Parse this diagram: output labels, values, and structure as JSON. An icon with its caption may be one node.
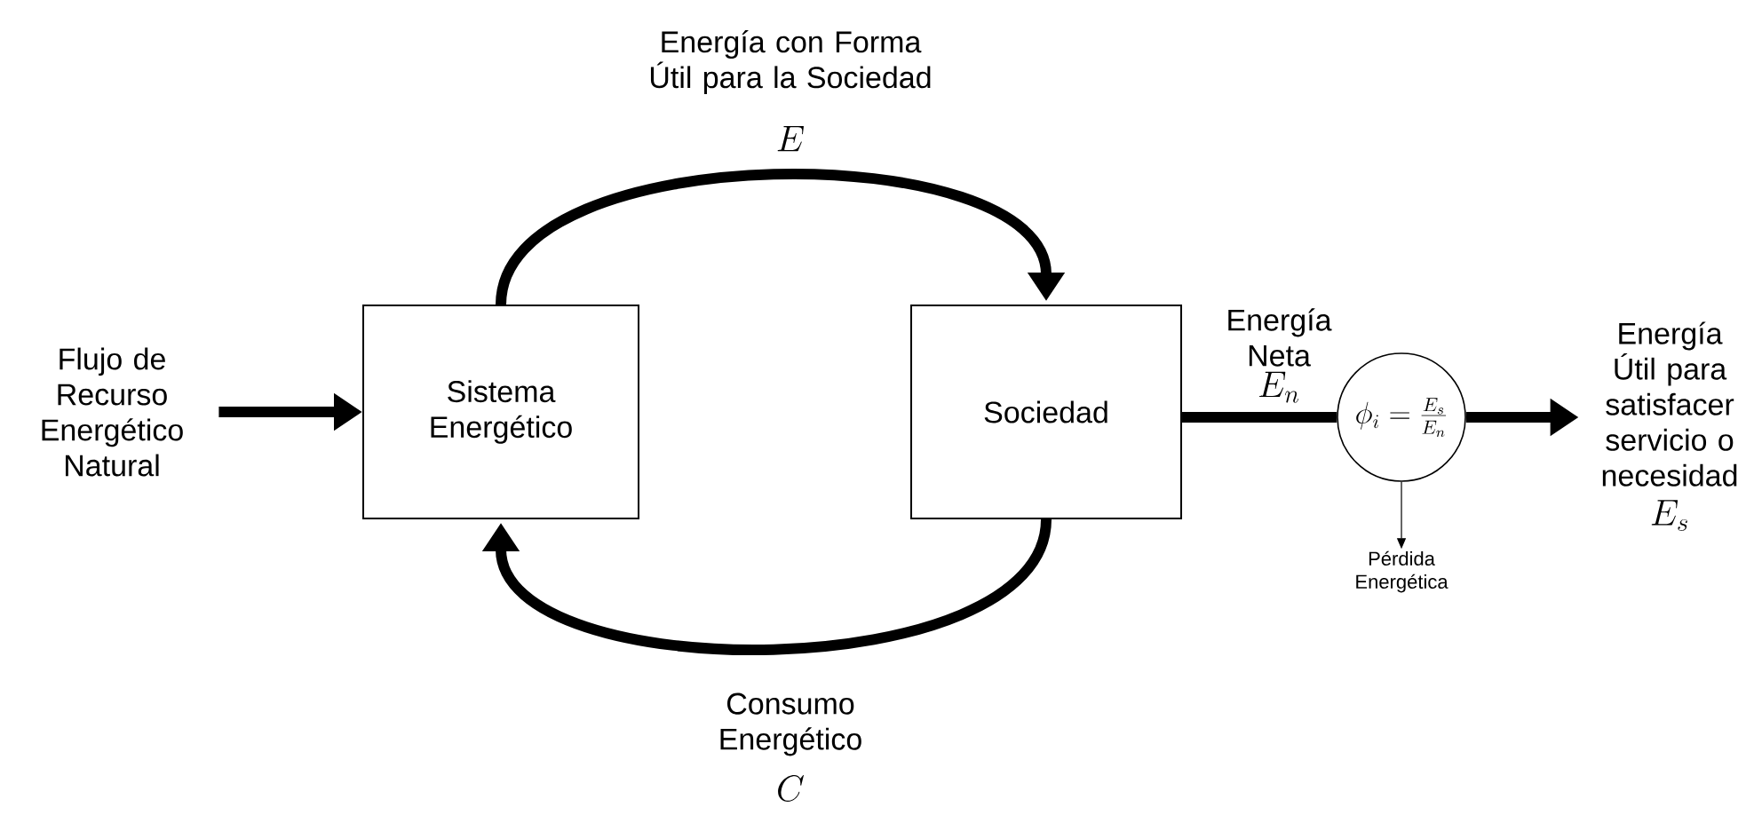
{
  "diagram": {
    "nodes": [
      {
        "text": [
          "Flujo de Recurso Energético Natural"
        ]
      },
      {
        "text": [
          "Sistema Energético"
        ]
      },
      {
        "text": [
          "Sociedad"
        ]
      },
      {
        "text": [
          "\\phi_i = \\frac{E_s}{E_n}"
        ]
      },
      {
        "text": [
          "Energía Útil para satisfacer servicio o necesidad",
          "E_s"
        ]
      },
      {
        "text": [
          "Pérdida Energética"
        ]
      }
    ],
    "edges": [
      {
        "from": 0,
        "to": 1,
        "arrow": "to"
      },
      {
        "from": 1,
        "to": 2,
        "arrow": "to",
        "label": "Energía con Forma Útil para la Sociedad"
      },
      {
        "from": 2,
        "to": 1,
        "arrow": "to",
        "label": "Consumo Energético"
      },
      {
        "from": 2,
        "to": 3,
        "arrow": "none",
        "label": "Energía Neta"
      },
      {
        "from": 3,
        "to": 4,
        "arrow": "to"
      },
      {
        "from": 3,
        "to": 5,
        "arrow": "to"
      }
    ],
    "labels": [
      "E",
      "C",
      "E_n"
    ]
  }
}
